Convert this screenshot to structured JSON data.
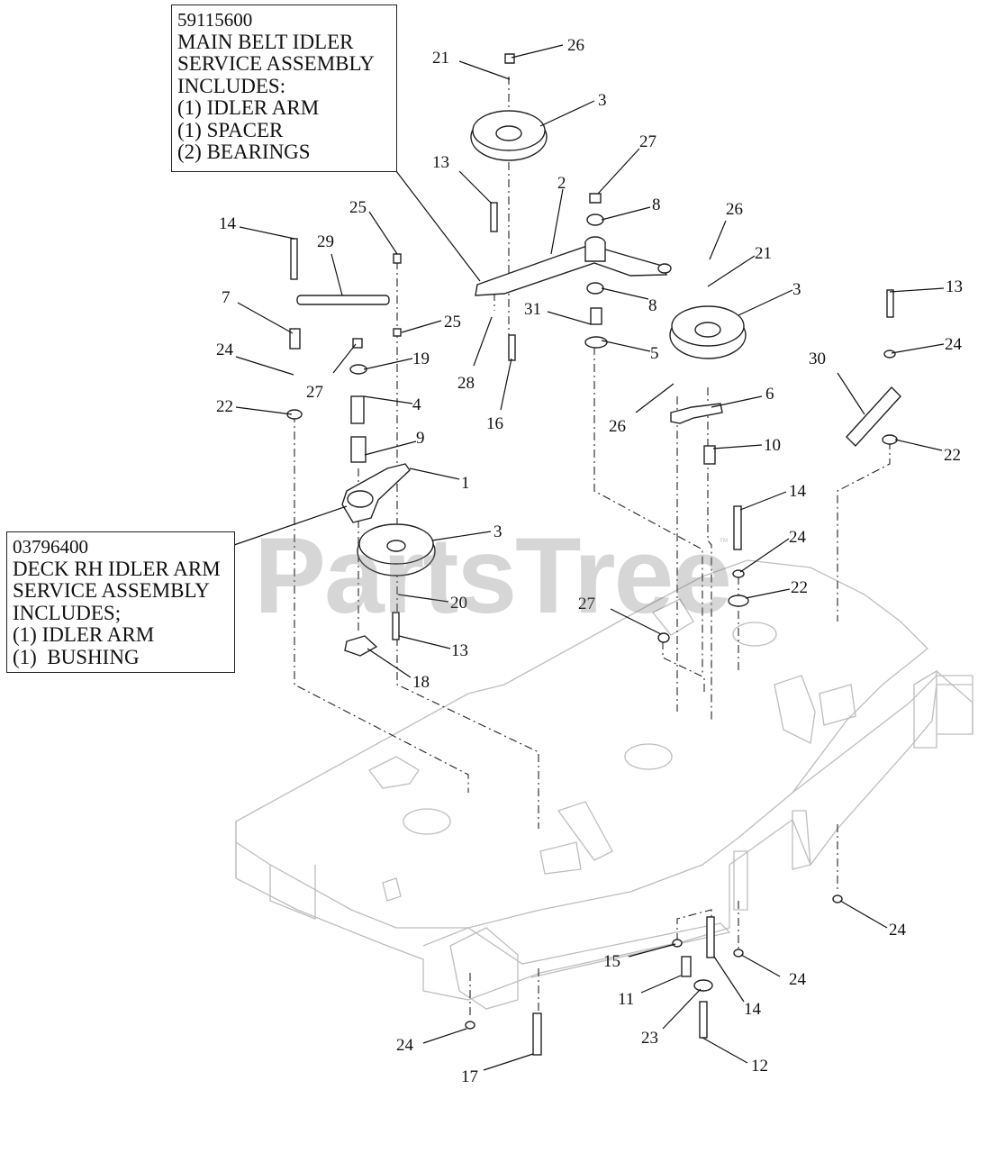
{
  "watermark": "PartsTree",
  "watermark_tm": "™",
  "info_boxes": [
    {
      "part_number": "59115600",
      "lines": [
        "MAIN BELT IDLER",
        "SERVICE ASSEMBLY",
        "INCLUDES:",
        "(1) IDLER ARM",
        "(1) SPACER",
        "(2) BEARINGS"
      ]
    },
    {
      "part_number": "03796400",
      "lines": [
        "DECK RH IDLER ARM",
        "SERVICE ASSEMBLY",
        "INCLUDES;",
        "(1) IDLER ARM",
        "(1)  BUSHING"
      ]
    }
  ],
  "callouts": [
    "26",
    "21",
    "3",
    "13",
    "27",
    "2",
    "8",
    "25",
    "26",
    "14",
    "29",
    "21",
    "3",
    "13",
    "7",
    "8",
    "31",
    "25",
    "24",
    "5",
    "24",
    "30",
    "19",
    "28",
    "27",
    "16",
    "22",
    "4",
    "26",
    "6",
    "10",
    "22",
    "9",
    "1",
    "14",
    "3",
    "24",
    "22",
    "20",
    "27",
    "13",
    "18",
    "24",
    "15",
    "24",
    "11",
    "14",
    "23",
    "24",
    "12",
    "17"
  ]
}
